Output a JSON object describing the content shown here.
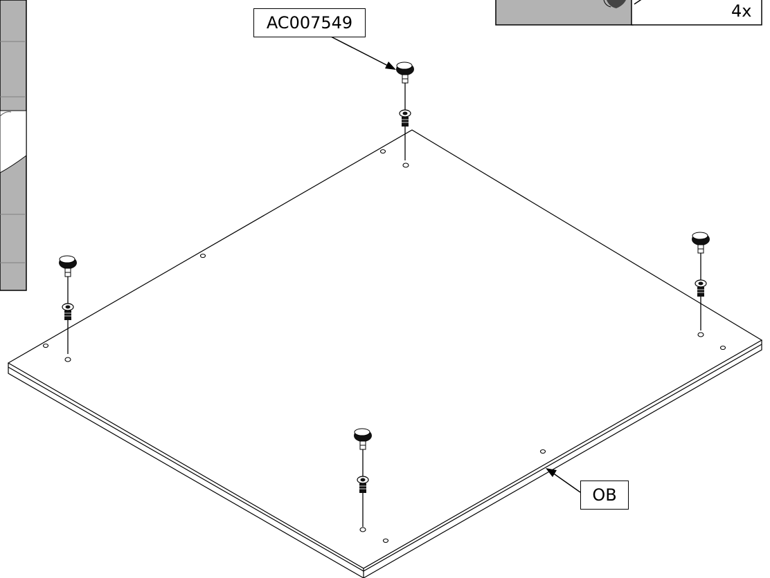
{
  "labels": {
    "part_number": "AC007549",
    "panel": "OB",
    "quantity": "4x"
  },
  "colors": {
    "line": "#000000",
    "paper": "#ffffff",
    "inset_gray": "#b3b3b3",
    "inset_dark": "#6e6e6e"
  },
  "icons": [
    "fastener-icon",
    "knob-icon",
    "screw-icon"
  ]
}
